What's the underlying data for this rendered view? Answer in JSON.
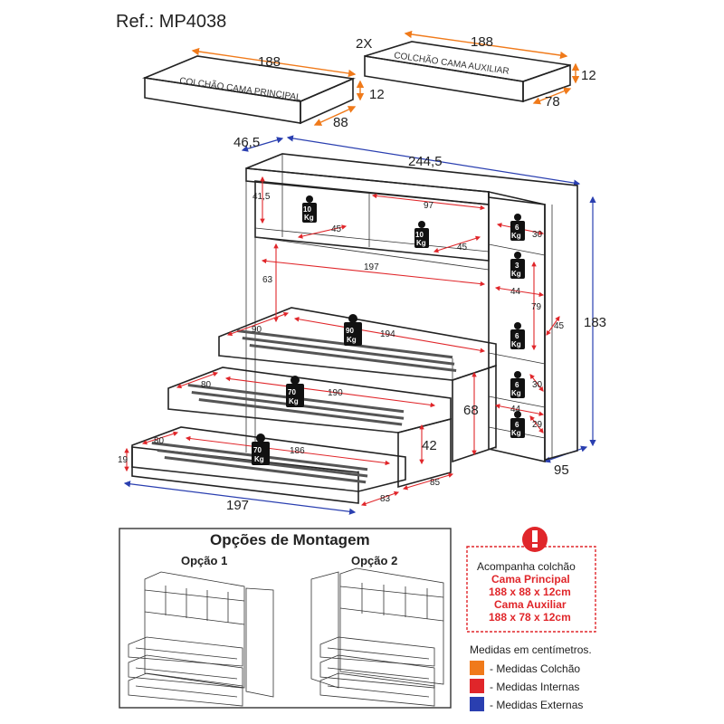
{
  "ref": "Ref.: MP4038",
  "mattress_main": {
    "label": "COLCHÃO CAMA PRINCIPAL",
    "length": "188",
    "width": "88",
    "height": "12"
  },
  "mattress_aux": {
    "qty": "2X",
    "label": "COLCHÃO CAMA AUXILIAR",
    "length": "188",
    "width": "78",
    "height": "12"
  },
  "external": {
    "width": "244,5",
    "depth": "46,5",
    "height": "183",
    "side_depth": "95",
    "bed_length": "197"
  },
  "internal": {
    "top_shelf_h": "41,5",
    "niche_w": "97",
    "niche_d1": "45",
    "niche_d2": "45",
    "span_w": "197",
    "span_h": "63",
    "bed_depth_main": "90",
    "bed_len_main": "194",
    "bed_depth_mid": "80",
    "bed_len_mid": "190",
    "bed_depth_low": "80",
    "bed_len_low": "186",
    "bed_h_low": "19",
    "low_front_h": "42",
    "main_h": "68",
    "main_d": "85",
    "low_d": "83",
    "tower_w1": "30",
    "tower_w2": "44",
    "tower_h": "79",
    "tower_d": "45",
    "tower_w3": "30",
    "tower_w4": "44",
    "tower_w5": "29"
  },
  "weights": [
    {
      "value": "10",
      "unit": "Kg"
    },
    {
      "value": "10",
      "unit": "Kg"
    },
    {
      "value": "6",
      "unit": "Kg"
    },
    {
      "value": "3",
      "unit": "Kg"
    },
    {
      "value": "90",
      "unit": "Kg"
    },
    {
      "value": "6",
      "unit": "Kg"
    },
    {
      "value": "70",
      "unit": "Kg"
    },
    {
      "value": "6",
      "unit": "Kg"
    },
    {
      "value": "6",
      "unit": "Kg"
    },
    {
      "value": "70",
      "unit": "Kg"
    }
  ],
  "assembly": {
    "title": "Opções de Montagem",
    "option1": "Opção 1",
    "option2": "Opção 2"
  },
  "notice": {
    "line1": "Acompanha colchão",
    "line2": "Cama Principal",
    "line3": "188 x 88 x 12cm",
    "line4": "Cama Auxiliar",
    "line5": "188 x 78 x 12cm"
  },
  "legend": {
    "title": "Medidas em centímetros.",
    "items": [
      {
        "label": "- Medidas Colchão",
        "color": "#f07a1a"
      },
      {
        "label": "- Medidas Internas",
        "color": "#e0262a"
      },
      {
        "label": "- Medidas Externas",
        "color": "#2a3fb0"
      }
    ]
  }
}
